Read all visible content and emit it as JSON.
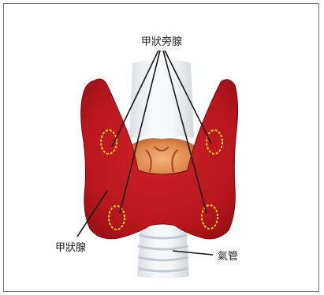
{
  "labels": {
    "parathyroid": "甲狀旁腺",
    "thyroid": "甲狀腺",
    "trachea": "氣管"
  }
}
